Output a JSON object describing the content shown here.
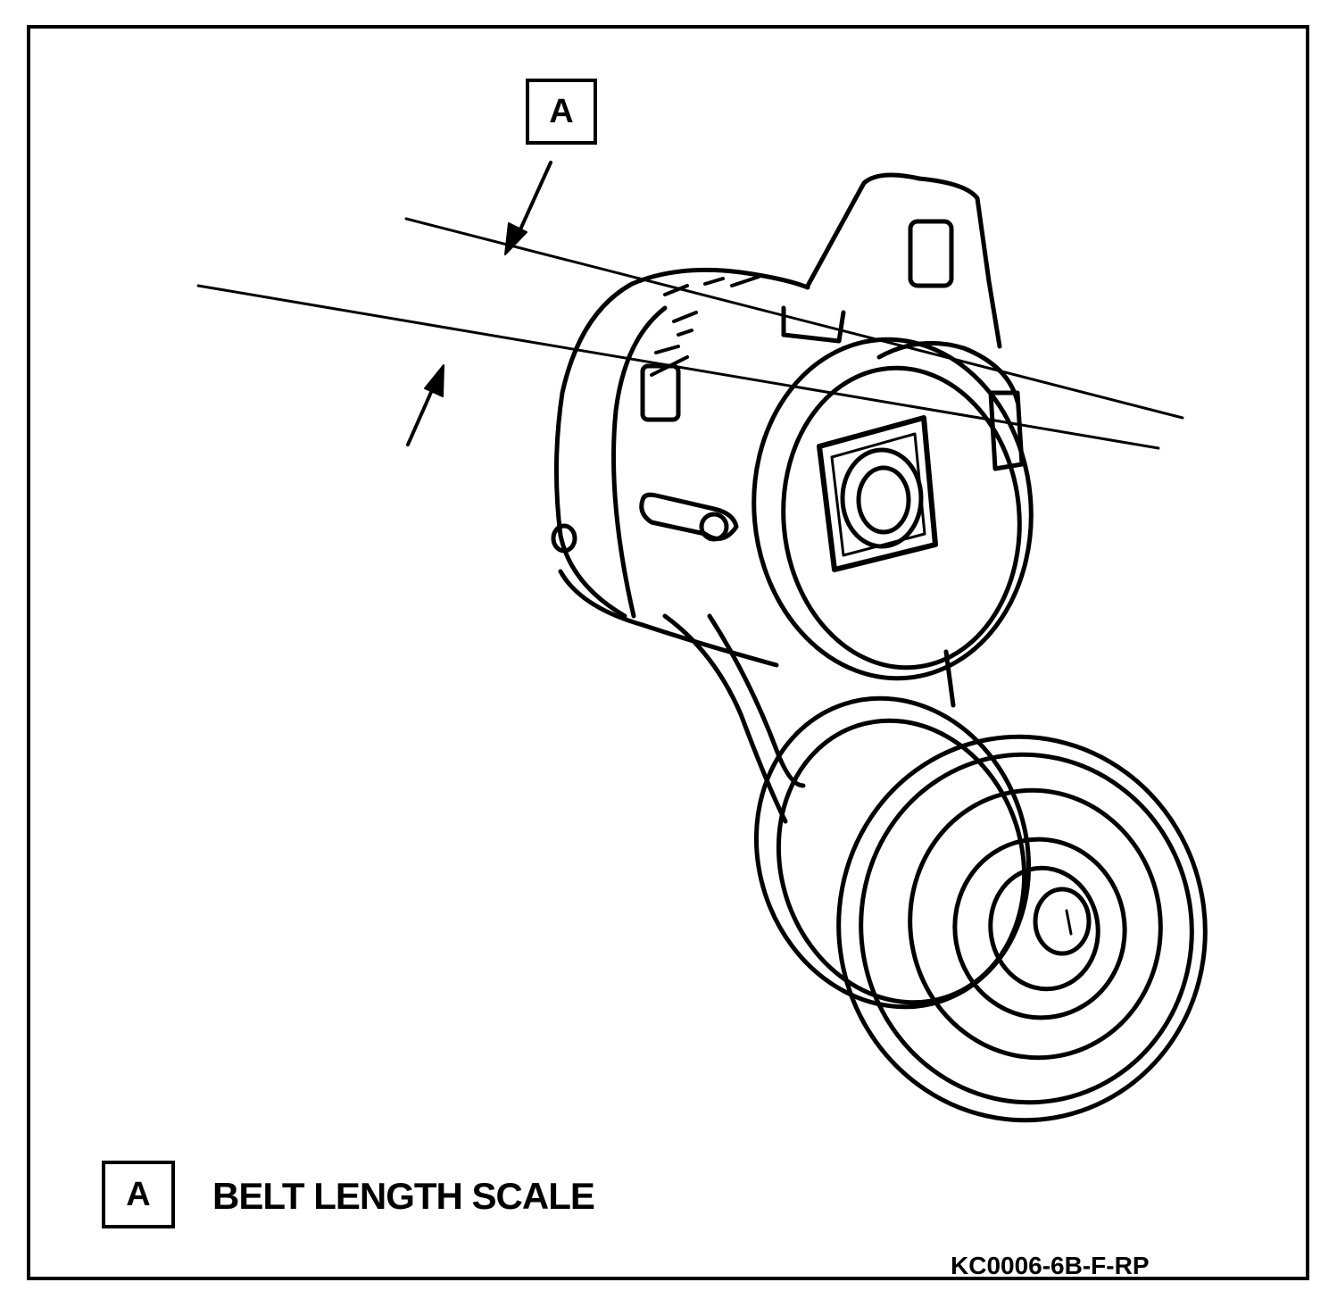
{
  "callout_top": {
    "letter": "A"
  },
  "legend": {
    "letter": "A",
    "label": "BELT LENGTH SCALE"
  },
  "figure_code": "KC0006-6B-F-RP",
  "colors": {
    "ink": "#000000",
    "paper": "#ffffff"
  }
}
